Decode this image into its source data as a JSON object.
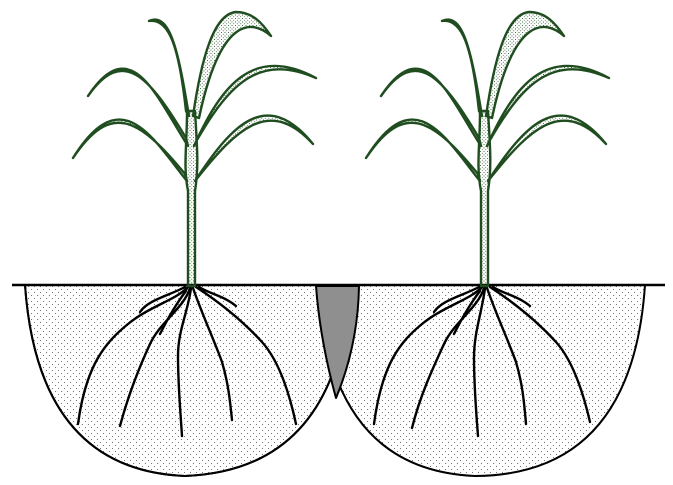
{
  "colors": {
    "background": "#ffffff",
    "outline": "#000000",
    "plant_stroke": "#1f4d1f",
    "leaf_fill": "#ffffff",
    "stipple": "#555555",
    "overlap_zone": "#8f8f8f"
  },
  "plants": [
    {
      "name": "left-plant"
    },
    {
      "name": "right-plant"
    }
  ],
  "root_zones": [
    {
      "name": "left-root-zone"
    },
    {
      "name": "right-root-zone"
    }
  ],
  "shared_zone": {
    "name": "root-zone-overlap"
  }
}
